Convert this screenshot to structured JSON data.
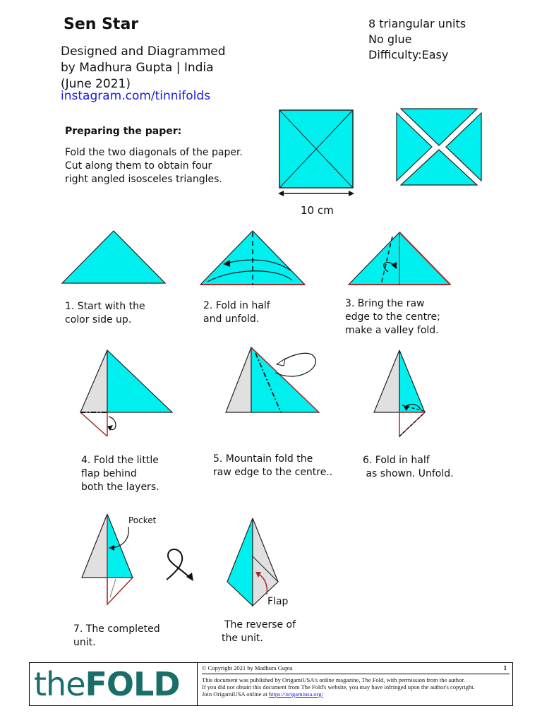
{
  "title": "Sen Star",
  "designer": {
    "line1": "Designed and Diagrammed",
    "line2": "by Madhura Gupta | India",
    "line3": "(June 2021)"
  },
  "link": "instagram.com/tinnifolds",
  "meta": {
    "units": "8 triangular units",
    "glue": "No glue",
    "difficulty": "Difficulty:Easy"
  },
  "prep": {
    "heading": "Preparing the paper:",
    "line1": "Fold the two diagonals of the paper.",
    "line2": "Cut along them to obtain four",
    "line3": "right angled isosceles triangles."
  },
  "dimension": "10 cm",
  "steps": [
    {
      "lines": [
        "1. Start with the",
        "color side up."
      ]
    },
    {
      "lines": [
        "2. Fold in half",
        "and unfold."
      ]
    },
    {
      "lines": [
        "3. Bring the raw",
        "edge to the centre;",
        "make a valley fold."
      ]
    },
    {
      "lines": [
        "4. Fold the little",
        "flap behind",
        "both the layers."
      ]
    },
    {
      "lines": [
        "5. Mountain fold the",
        "raw edge to the centre.."
      ]
    },
    {
      "lines": [
        "6. Fold in half",
        " as shown. Unfold."
      ]
    },
    {
      "lines": [
        "7. The completed",
        "unit."
      ]
    },
    {
      "lines": [
        "The reverse of",
        "the unit."
      ]
    }
  ],
  "labels": {
    "pocket": "Pocket",
    "flap": "Flap"
  },
  "colors": {
    "paper_color": "#00f0f0",
    "paper_white": "#e0e0e0",
    "edge": "#a52a2a"
  },
  "footer": {
    "logo_the": "the",
    "logo_fold": "FOLD",
    "copyright": "© Copyright 2021 by Madhura Gupta",
    "page": "1",
    "line1": "This document was published by OrigamiUSA's online magazine, The Fold, with permission from the author.",
    "line2": "If you did not obtain this document from The Fold's website, you may have infringed upon the author's copyright.",
    "line3_prefix": "Join OrigamiUSA online at ",
    "line3_link": "https://origamiusa.org/"
  }
}
